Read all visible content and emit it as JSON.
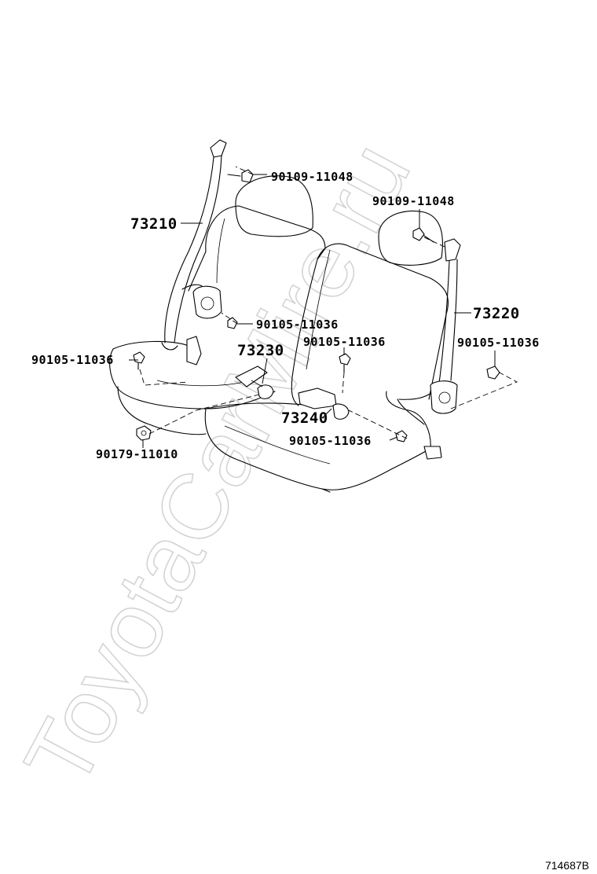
{
  "watermark": "ToyotaCarMire.ru",
  "reference_number": "714687B",
  "labels": {
    "belt_left": "73210",
    "belt_right": "73220",
    "buckle_left": "73230",
    "buckle_center": "73240",
    "bolt_top_left": "90109-11048",
    "bolt_top_right": "90109-11048",
    "bolt_retractor_left": "90105-11036",
    "bolt_floor_left": "90105-11036",
    "bolt_center_floor": "90105-11036",
    "bolt_right_side": "90105-11036",
    "bolt_center_lower": "90105-11036",
    "nut_left": "90179-11010"
  },
  "icons": [
    "seat-outline",
    "seat-belt",
    "retractor",
    "buckle",
    "bolt",
    "nut"
  ]
}
